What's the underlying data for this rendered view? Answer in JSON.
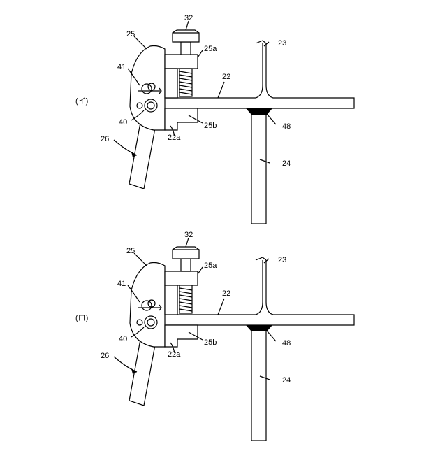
{
  "figures": [
    {
      "id": "i",
      "caption": "(イ)",
      "labels": {
        "bolt": "32",
        "clamp": "25",
        "clamp_upper": "25a",
        "flange_top": "23",
        "pin_clip": "41",
        "plate": "22",
        "pivot": "40",
        "clamp_lower": "25b",
        "weld": "48",
        "plate_edge": "22a",
        "handle": "26",
        "web": "24"
      }
    },
    {
      "id": "ro",
      "caption": "(ロ)",
      "labels": {
        "bolt": "32",
        "clamp": "25",
        "clamp_upper": "25a",
        "flange_top": "23",
        "pin_clip": "41",
        "plate": "22",
        "pivot": "40",
        "clamp_lower": "25b",
        "weld": "48",
        "plate_edge": "22a",
        "handle": "26",
        "web": "24"
      }
    }
  ]
}
